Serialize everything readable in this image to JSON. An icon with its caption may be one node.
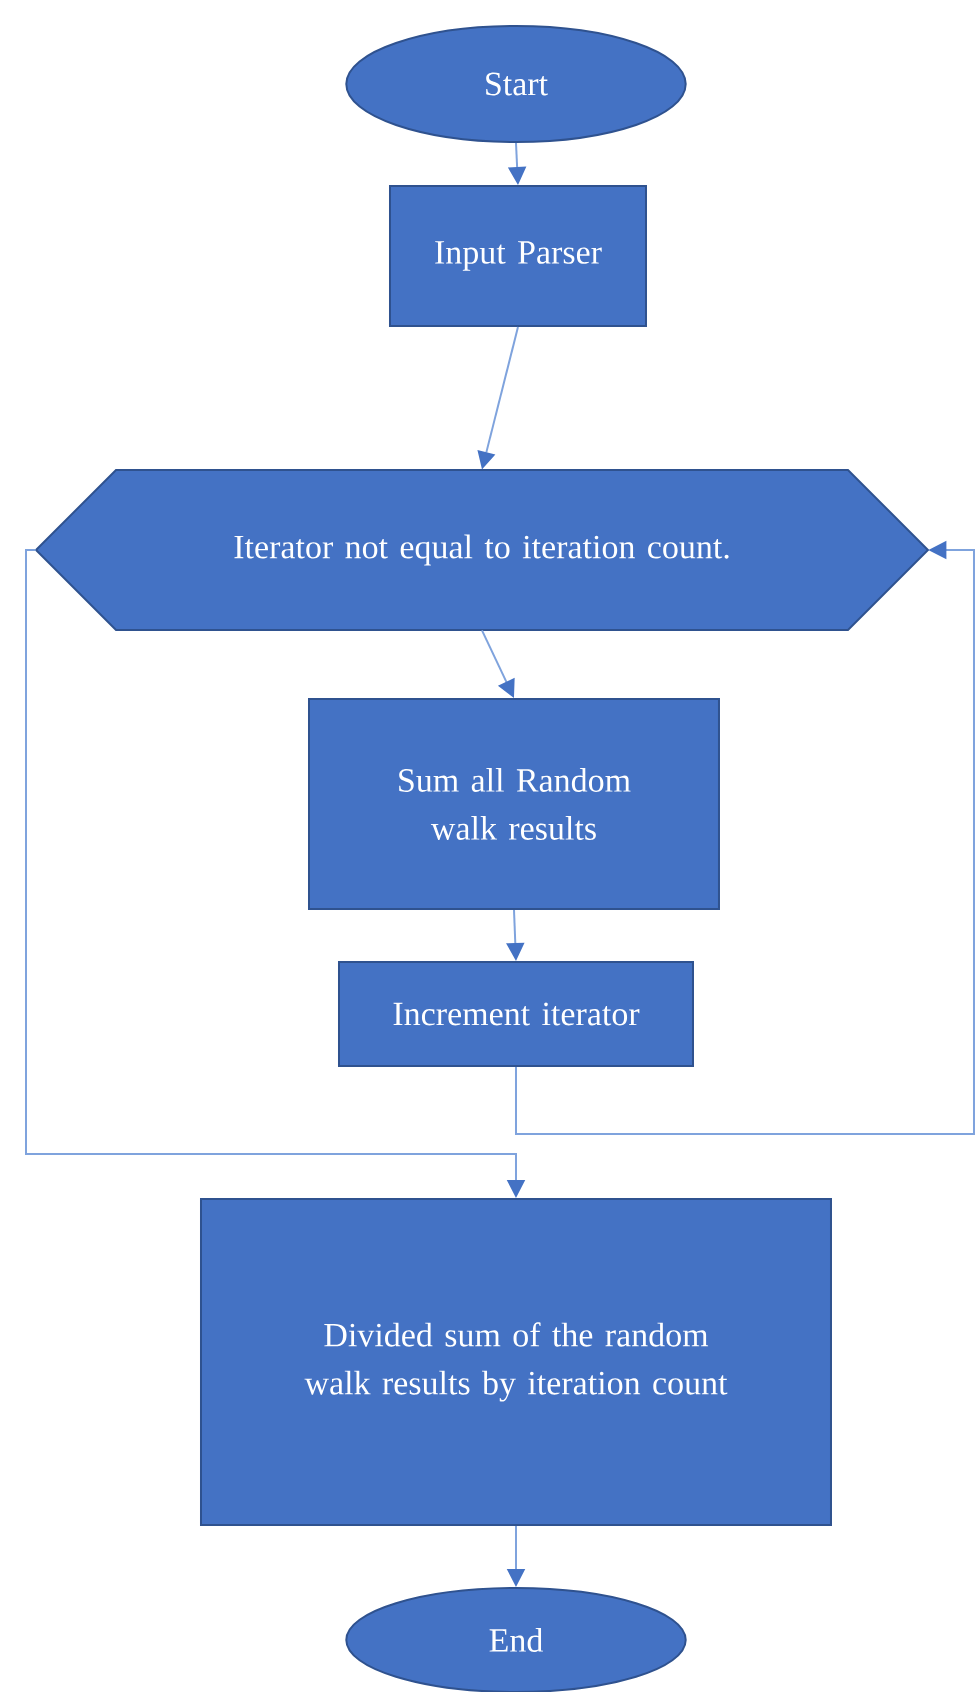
{
  "diagram": {
    "nodes": [
      {
        "text": [
          "Start"
        ]
      },
      {
        "text": [
          "Input Parser"
        ]
      },
      {
        "text": [
          "Iterator not equal to iteration count."
        ]
      },
      {
        "text": [
          "Sum all Random walk results"
        ]
      },
      {
        "text": [
          "Increment iterator"
        ]
      },
      {
        "text": [
          "Divided sum of the random walk results by iteration count"
        ]
      },
      {
        "text": [
          "End"
        ]
      }
    ],
    "edges": [
      {
        "from": 0,
        "to": 1,
        "arrow": "to"
      },
      {
        "from": 1,
        "to": 2,
        "arrow": "to"
      },
      {
        "from": 2,
        "to": 3,
        "arrow": "to"
      },
      {
        "from": 3,
        "to": 4,
        "arrow": "to"
      },
      {
        "from": 4,
        "to": 2,
        "arrow": "to"
      },
      {
        "from": 2,
        "to": 5,
        "arrow": "to"
      },
      {
        "from": 5,
        "to": 6,
        "arrow": "to"
      }
    ]
  }
}
